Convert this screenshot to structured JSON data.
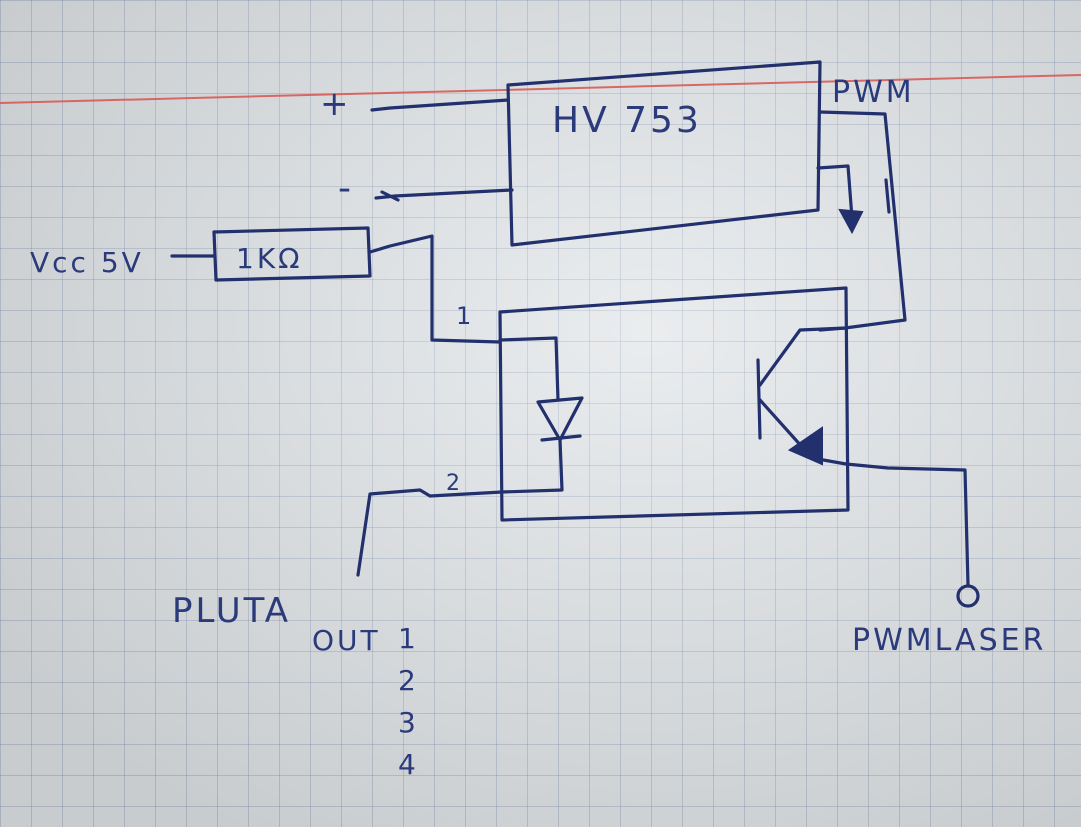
{
  "diagram": {
    "ic_label": "HV 753",
    "plus_terminal": "+",
    "minus_terminal": "-",
    "pwm_label": "PWM",
    "vcc_label": "Vcc 5V",
    "resistor_label": "1KΩ",
    "pin1_label": "1",
    "pin2_label": "2",
    "pluta_label": "PLUTA",
    "out_label": "OUT",
    "out_numbers": [
      "1",
      "2",
      "3",
      "4"
    ],
    "pwmlaser_label": "PWMLASER"
  },
  "colors": {
    "ink": "#22306e",
    "grid": "#788caa",
    "margin_line": "#d9544f",
    "paper": "#dfe3e6"
  }
}
